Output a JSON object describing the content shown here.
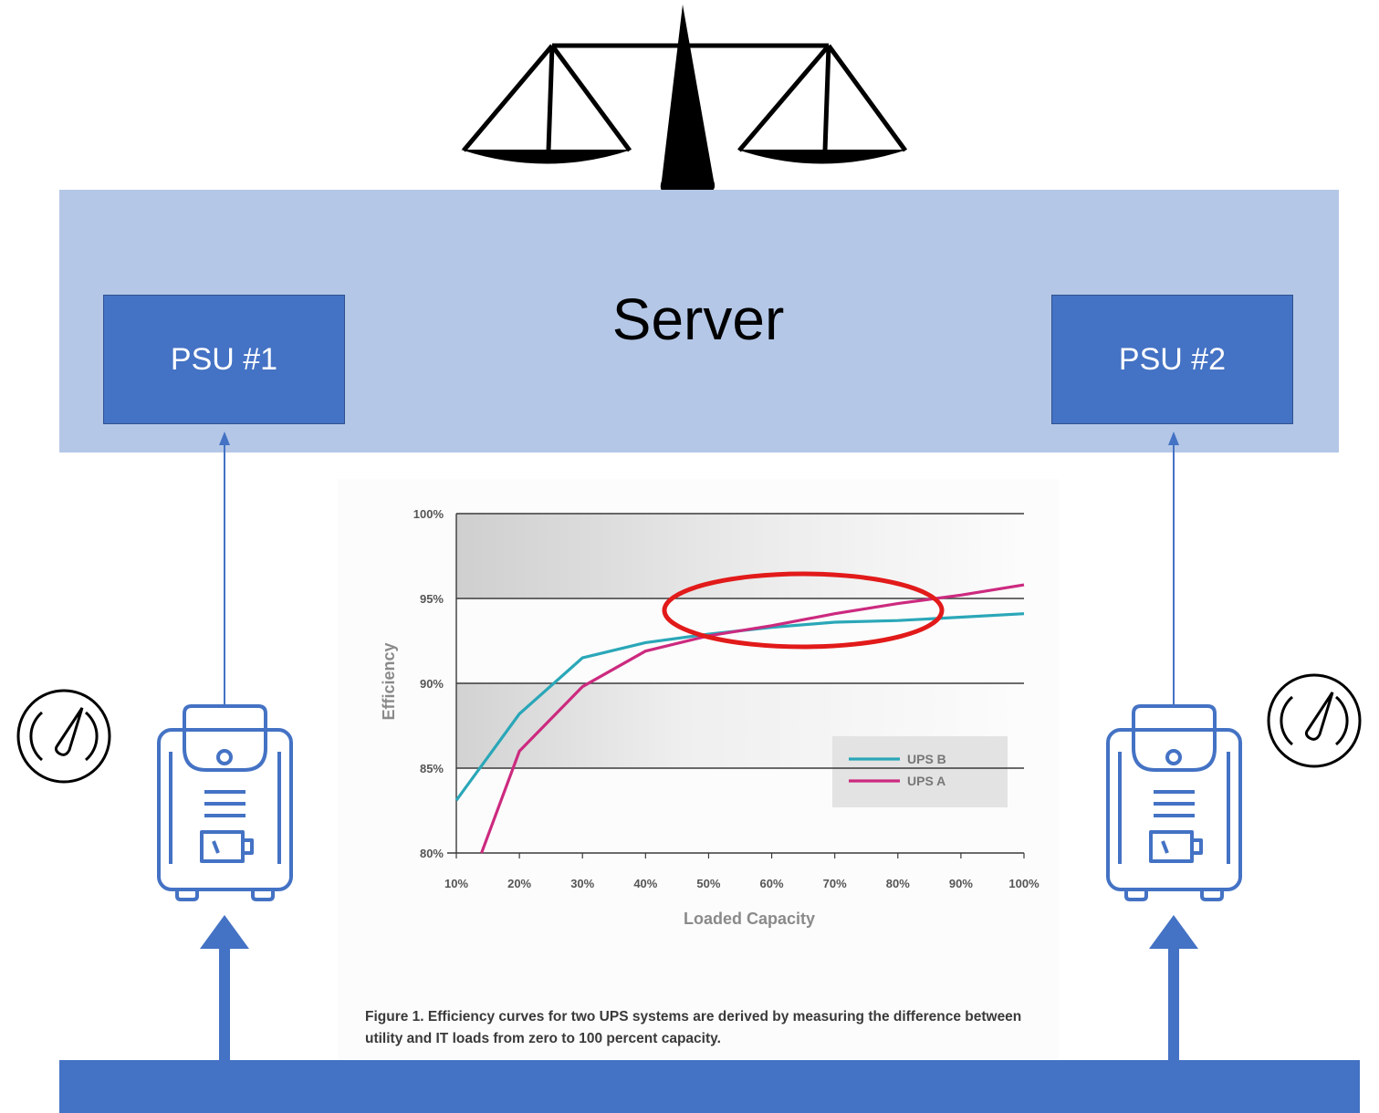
{
  "server": {
    "label": "Server",
    "psu_left": "PSU #1",
    "psu_right": "PSU #2"
  },
  "icons": [
    "scale-icon",
    "gauge-icon",
    "ups-icon",
    "arrow-up-icon"
  ],
  "colors": {
    "server_band": "#b4c7e7",
    "psu_fill": "#4472c4",
    "bus": "#4472c4",
    "highlight_ellipse": "#e21a1a",
    "ups_b": "#2aa7b8",
    "ups_a": "#cc2a7f"
  },
  "chart_data": {
    "type": "line",
    "xlabel": "Loaded Capacity",
    "ylabel": "Efficiency",
    "x_ticks": [
      "10%",
      "20%",
      "30%",
      "40%",
      "50%",
      "60%",
      "70%",
      "80%",
      "90%",
      "100%"
    ],
    "y_ticks": [
      "80%",
      "85%",
      "90%",
      "95%",
      "100%"
    ],
    "xlim": [
      10,
      100
    ],
    "ylim": [
      80,
      100
    ],
    "grid": "horizontal",
    "legend_position": "bottom-right",
    "series": [
      {
        "name": "UPS B",
        "color": "#2aa7b8",
        "x": [
          10,
          20,
          30,
          40,
          50,
          60,
          70,
          80,
          90,
          100
        ],
        "y": [
          83.1,
          88.2,
          91.5,
          92.4,
          92.9,
          93.3,
          93.6,
          93.7,
          93.9,
          94.1
        ]
      },
      {
        "name": "UPS A",
        "color": "#cc2a7f",
        "x": [
          14,
          20,
          30,
          40,
          50,
          60,
          70,
          80,
          90,
          100
        ],
        "y": [
          79.9,
          86.0,
          89.8,
          91.9,
          92.8,
          93.4,
          94.1,
          94.7,
          95.2,
          95.8
        ]
      }
    ],
    "caption": "Figure 1. Efficiency curves for two UPS systems are derived by measuring the difference between utility and IT loads from zero to 100 percent capacity."
  }
}
